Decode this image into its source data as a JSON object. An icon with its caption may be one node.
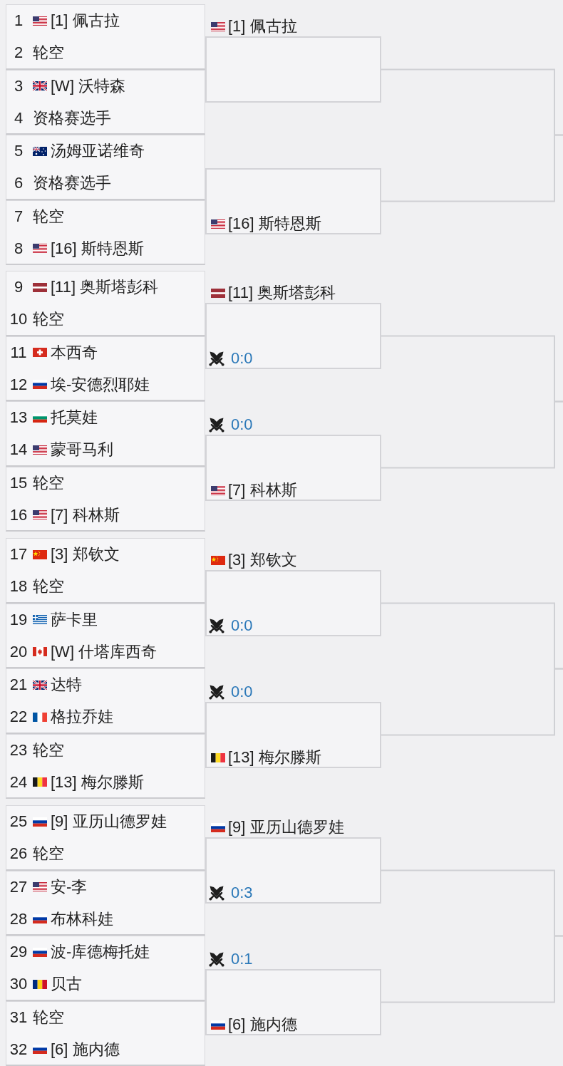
{
  "diagram": {
    "nodes": [
      {
        "text": [
          "1",
          "[1] 佩古拉",
          "2",
          "轮空"
        ]
      },
      {
        "text": [
          "3",
          "[W] 沃特森",
          "4",
          "资格赛选手"
        ]
      },
      {
        "text": [
          "5",
          "汤姆亚诺维奇",
          "6",
          "资格赛选手"
        ]
      },
      {
        "text": [
          "7",
          "轮空",
          "8",
          "[16] 斯特恩斯"
        ]
      },
      {
        "text": [
          "9",
          "[11] 奥斯塔彭科",
          "10",
          "轮空"
        ]
      },
      {
        "text": [
          "11",
          "本西奇",
          "12",
          "埃-安德烈耶娃"
        ]
      },
      {
        "text": [
          "13",
          "托莫娃",
          "14",
          "蒙哥马利"
        ]
      },
      {
        "text": [
          "15",
          "轮空",
          "16",
          "[7] 科林斯"
        ]
      },
      {
        "text": [
          "17",
          "[3] 郑钦文",
          "18",
          "轮空"
        ]
      },
      {
        "text": [
          "19",
          "萨卡里",
          "20",
          "[W] 什塔库西奇"
        ]
      },
      {
        "text": [
          "21",
          "达特",
          "22",
          "格拉乔娃"
        ]
      },
      {
        "text": [
          "23",
          "轮空",
          "24",
          "[13] 梅尔滕斯"
        ]
      },
      {
        "text": [
          "25",
          "[9] 亚历山德罗娃",
          "26",
          "轮空"
        ]
      },
      {
        "text": [
          "27",
          "安-李",
          "28",
          "布林科娃"
        ]
      },
      {
        "text": [
          "29",
          "波-库德梅托娃",
          "30",
          "贝古"
        ]
      },
      {
        "text": [
          "31",
          "轮空",
          "32",
          "[6] 施内德"
        ]
      },
      {
        "text": [
          "[1] 佩古拉"
        ]
      },
      {
        "text": [
          "[16] 斯特恩斯"
        ]
      },
      {
        "text": [
          "[11] 奥斯塔彭科",
          "0:0"
        ]
      },
      {
        "text": [
          "0:0",
          "[7] 科林斯"
        ]
      },
      {
        "text": [
          "[3] 郑钦文",
          "0:0"
        ]
      },
      {
        "text": [
          "0:0",
          "[13] 梅尔滕斯"
        ]
      },
      {
        "text": [
          "[9] 亚历山德罗娃",
          "0:3"
        ]
      },
      {
        "text": [
          "0:1",
          "[6] 施内德"
        ]
      }
    ],
    "edges": [
      {
        "from": 16,
        "to": null,
        "arrow": "none"
      },
      {
        "from": 17,
        "to": null,
        "arrow": "none"
      },
      {
        "from": 18,
        "to": null,
        "arrow": "none"
      },
      {
        "from": 19,
        "to": null,
        "arrow": "none"
      },
      {
        "from": 20,
        "to": null,
        "arrow": "none"
      },
      {
        "from": 21,
        "to": null,
        "arrow": "none"
      },
      {
        "from": 22,
        "to": null,
        "arrow": "none"
      },
      {
        "from": 23,
        "to": null,
        "arrow": "none"
      }
    ]
  }
}
